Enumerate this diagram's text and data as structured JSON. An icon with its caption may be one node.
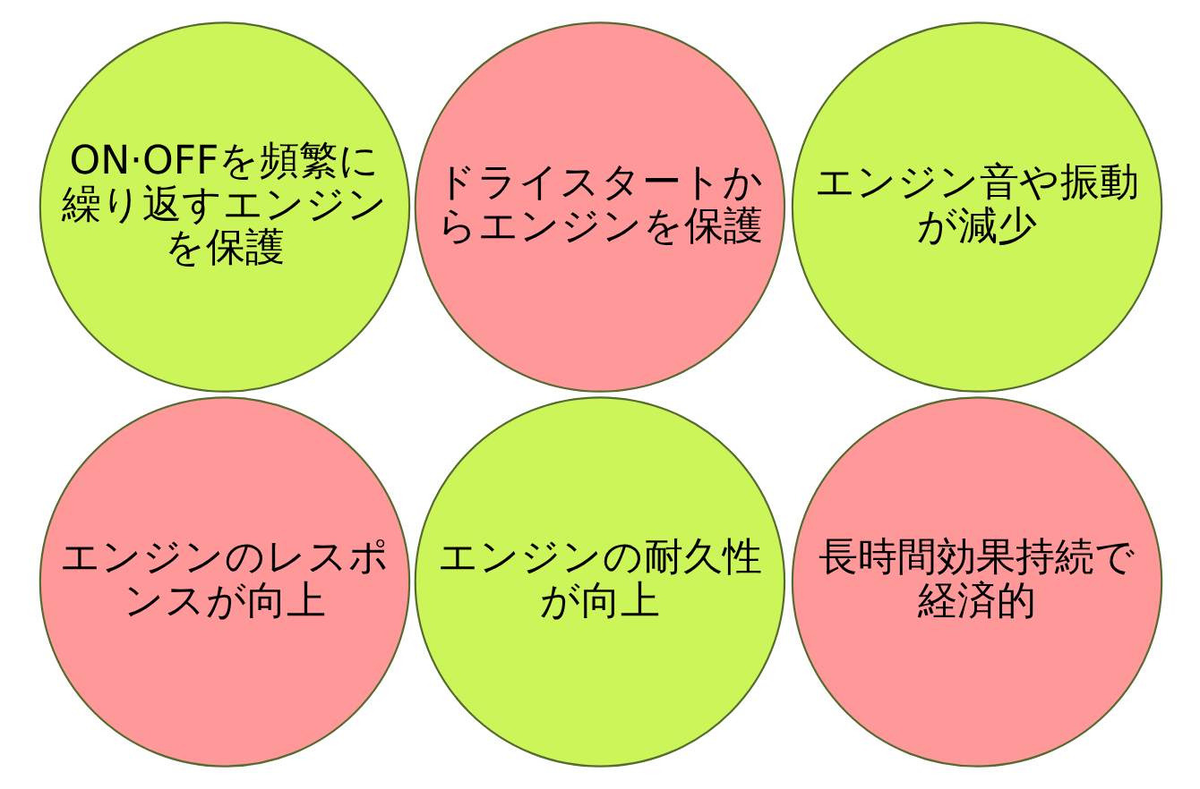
{
  "diagram": {
    "nodes": [
      {
        "text": [
          "ON·OFFを頻繁に繰り返すエンジンを保護"
        ]
      },
      {
        "text": [
          "ドライスタートからエンジンを保護"
        ]
      },
      {
        "text": [
          "エンジン音や振動が減少"
        ]
      },
      {
        "text": [
          "エンジンのレスポンスが向上"
        ]
      },
      {
        "text": [
          "エンジンの耐久性が向上"
        ]
      },
      {
        "text": [
          "長時間効果持続で経済的"
        ]
      }
    ]
  }
}
